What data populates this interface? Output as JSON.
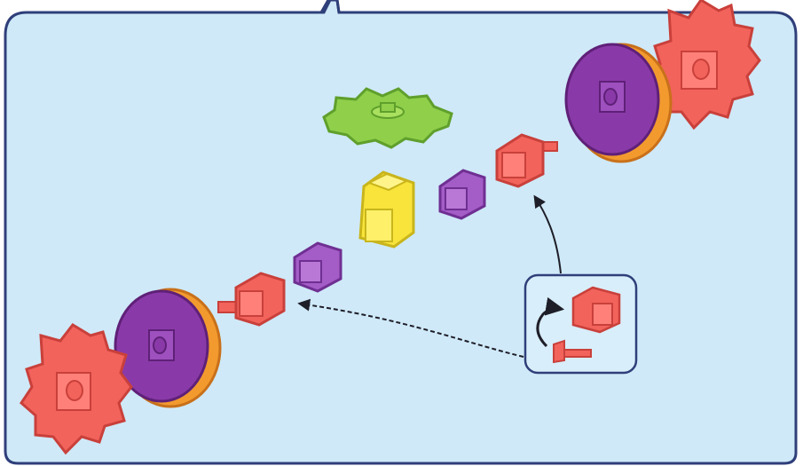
{
  "colors": {
    "panel_fill": "#cfe9f8",
    "panel_stroke": "#2f3f7a",
    "gear_red": "#f2635b",
    "gear_red_dark": "#c9403b",
    "gear_red_light": "#ff9a92",
    "gear_green": "#8fcf4a",
    "gear_green_dark": "#5f9f2c",
    "wheel_purple": "#8a3aa8",
    "wheel_purple_dark": "#5f2078",
    "wheel_rim_orange": "#f29a2e",
    "connector_purple": "#a45cc7",
    "connector_purple_dark": "#6f2f92",
    "block_yellow": "#f8e43a",
    "block_yellow_dark": "#c9b51c",
    "callout_fill": "#d8eefa",
    "callout_stroke": "#2f3f7a",
    "arrow": "#1e1e28"
  },
  "icons": {
    "left_gear": "red-gear",
    "right_gear": "red-gear",
    "top_gear": "green-gear",
    "left_wheel": "purple-wheel",
    "right_wheel": "purple-wheel",
    "left_axle": "red-axle-connector",
    "right_axle": "red-axle-connector",
    "left_connector": "purple-connector",
    "right_connector": "purple-connector",
    "center_block": "yellow-block",
    "callout_rotate": "rotate-arrow",
    "callout_piece_top": "red-connector",
    "callout_piece_bottom": "red-axle-pin"
  }
}
